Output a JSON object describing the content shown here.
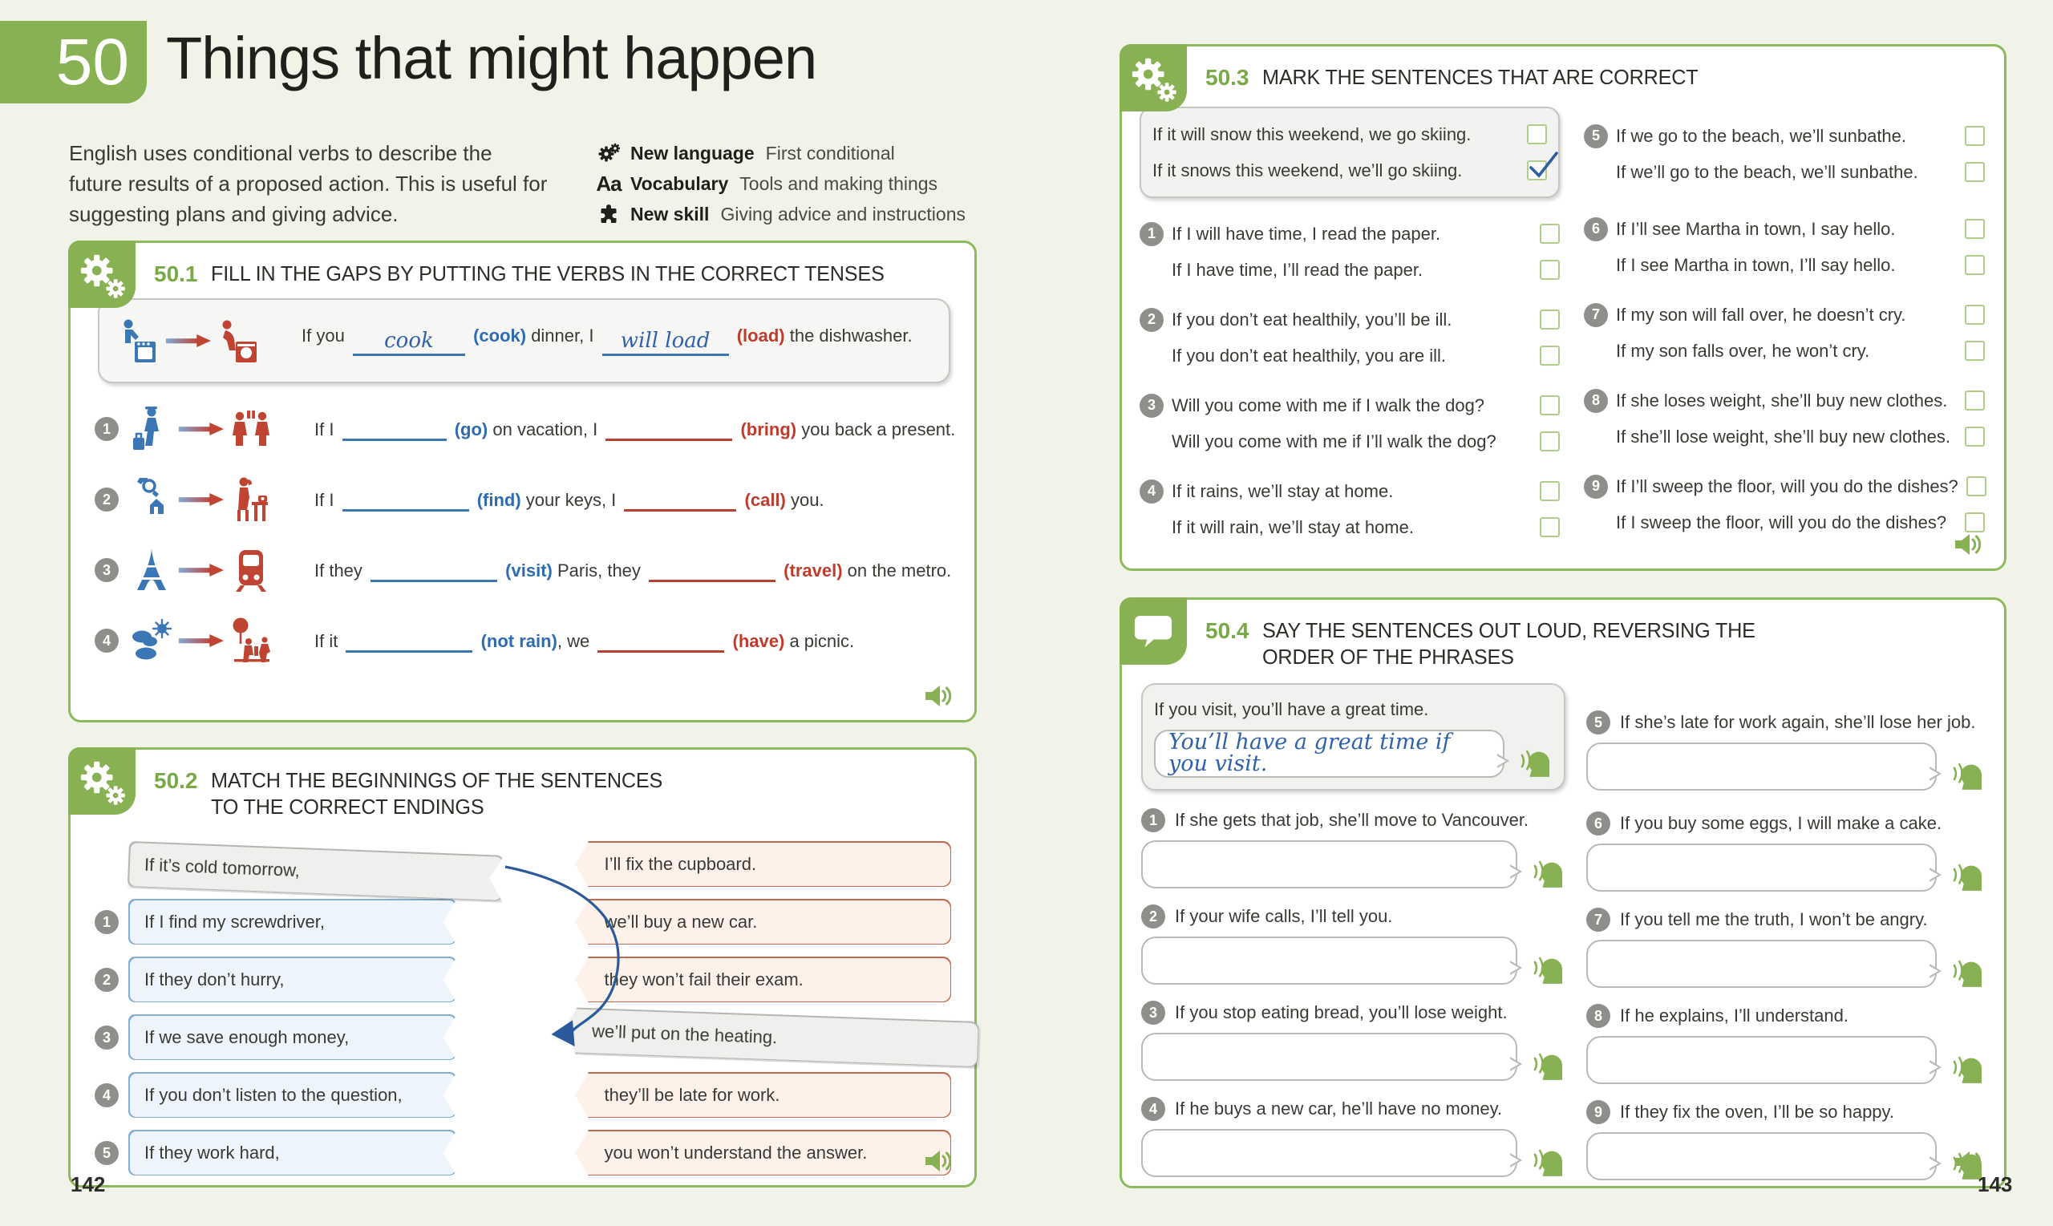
{
  "unit": {
    "number": "50",
    "title": "Things that might happen",
    "intro": "English uses conditional verbs to describe the future results of a proposed action. This is useful for suggesting plans and giving advice.",
    "page_left": "142",
    "page_right": "143"
  },
  "info": {
    "vocab_icon_text": "Aa",
    "rows": [
      {
        "icon": "gears-icon",
        "label": "New language",
        "value": "First conditional"
      },
      {
        "icon": "vocabulary-icon",
        "label": "Vocabulary",
        "value": "Tools and making things"
      },
      {
        "icon": "puzzle-icon",
        "label": "New skill",
        "value": "Giving advice and instructions"
      }
    ]
  },
  "colors": {
    "accent_green": "#87b152",
    "blue": "#2e6cb0",
    "red": "#bf3b2b",
    "badge_gray": "#8e8e8b",
    "checkbox_green": "#b1cd8c"
  },
  "ex501": {
    "number": "50.1",
    "title": "FILL IN THE GAPS BY PUTTING THE VERBS IN THE CORRECT TENSES",
    "example": {
      "icon_left": "cooking-person-icon",
      "icon_right": "dishwasher-person-icon",
      "pre": "If you",
      "answer1": "cook",
      "verb1": "(cook)",
      "mid": "dinner, I",
      "answer2": "will load",
      "verb2": "(load)",
      "post": "the dishwasher."
    },
    "items": [
      {
        "num": "1",
        "icon_left": "traveler-icon",
        "icon_right": "gift-people-icon",
        "pre": "If I",
        "verb1": "(go)",
        "mid": "on vacation, I",
        "verb2": "(bring)",
        "post": "you back a present."
      },
      {
        "num": "2",
        "icon_left": "keys-icon",
        "icon_right": "phone-person-icon",
        "pre": "If I",
        "verb1": "(find)",
        "mid": "your keys, I",
        "verb2": "(call)",
        "post": "you."
      },
      {
        "num": "3",
        "icon_left": "eiffel-tower-icon",
        "icon_right": "metro-train-icon",
        "pre": "If they",
        "verb1": "(visit)",
        "mid": "Paris, they",
        "verb2": "(travel)",
        "post": "on the metro."
      },
      {
        "num": "4",
        "icon_left": "weather-icon",
        "icon_right": "picnic-icon",
        "pre": "If it",
        "verb1": "(not rain)",
        "mid": ", we",
        "verb2": "(have)",
        "post": "a picnic."
      }
    ]
  },
  "ex502": {
    "number": "50.2",
    "title": "MATCH THE BEGINNINGS OF THE SENTENCES TO THE CORRECT ENDINGS",
    "example_beginning": "If it’s cold tomorrow,",
    "beginnings": [
      {
        "num": "1",
        "text": "If I find my screwdriver,"
      },
      {
        "num": "2",
        "text": "If they don’t hurry,"
      },
      {
        "num": "3",
        "text": "If we save enough money,"
      },
      {
        "num": "4",
        "text": "If you don’t listen to the question,"
      },
      {
        "num": "5",
        "text": "If they work hard,"
      }
    ],
    "endings": [
      {
        "text": "I’ll fix the cupboard."
      },
      {
        "text": "we’ll buy a new car."
      },
      {
        "text": "they won’t fail their exam."
      },
      {
        "text": "we’ll put on the heating.",
        "matched": true
      },
      {
        "text": "they’ll be late for work."
      },
      {
        "text": "you won’t understand the answer."
      }
    ]
  },
  "ex503": {
    "number": "50.3",
    "title": "MARK THE SENTENCES THAT ARE CORRECT",
    "example": {
      "a": "If it will snow this weekend, we go skiing.",
      "a_checked": false,
      "b": "If it snows this weekend, we’ll go skiing.",
      "b_checked": true
    },
    "items": [
      {
        "num": "1",
        "a": "If I will have time, I read the paper.",
        "b": "If I have time, I’ll read the paper."
      },
      {
        "num": "2",
        "a": "If you don’t eat healthily, you’ll be ill.",
        "b": "If you don’t eat healthily, you are ill."
      },
      {
        "num": "3",
        "a": "Will you come with me if I walk the dog?",
        "b": "Will you come with me if I’ll walk the dog?"
      },
      {
        "num": "4",
        "a": "If it rains, we’ll stay at home.",
        "b": "If it will rain, we’ll stay at home."
      },
      {
        "num": "5",
        "a": "If we go to the beach, we’ll sunbathe.",
        "b": "If we’ll go to the beach, we’ll sunbathe."
      },
      {
        "num": "6",
        "a": "If I’ll see Martha in town, I say hello.",
        "b": "If I see Martha in town, I’ll say hello."
      },
      {
        "num": "7",
        "a": "If my son will fall over, he doesn’t cry.",
        "b": "If my son falls over, he won’t cry."
      },
      {
        "num": "8",
        "a": "If she loses weight, she’ll buy new clothes.",
        "b": "If she’ll lose weight, she’ll buy new clothes."
      },
      {
        "num": "9",
        "a": "If I’ll sweep the floor, will you do the dishes?",
        "b": "If I sweep the floor, will you do the dishes?"
      }
    ]
  },
  "ex504": {
    "number": "50.4",
    "title": "SAY THE SENTENCES OUT LOUD, REVERSING THE ORDER OF THE PHRASES",
    "example": {
      "prompt": "If you visit, you’ll have a great time.",
      "response": "You’ll have a great time if you visit."
    },
    "items": [
      {
        "num": "1",
        "prompt": "If she gets that job, she’ll move to Vancouver."
      },
      {
        "num": "2",
        "prompt": "If your wife calls, I’ll tell you."
      },
      {
        "num": "3",
        "prompt": "If you stop eating bread, you’ll lose weight."
      },
      {
        "num": "4",
        "prompt": "If he buys a new car, he’ll have no money."
      },
      {
        "num": "5",
        "prompt": "If she’s late for work again, she’ll lose her job."
      },
      {
        "num": "6",
        "prompt": "If you buy some eggs, I will make a cake."
      },
      {
        "num": "7",
        "prompt": "If you tell me the truth, I won’t be angry."
      },
      {
        "num": "8",
        "prompt": "If he explains, I’ll understand."
      },
      {
        "num": "9",
        "prompt": "If they fix the oven, I’ll be so happy."
      }
    ]
  }
}
